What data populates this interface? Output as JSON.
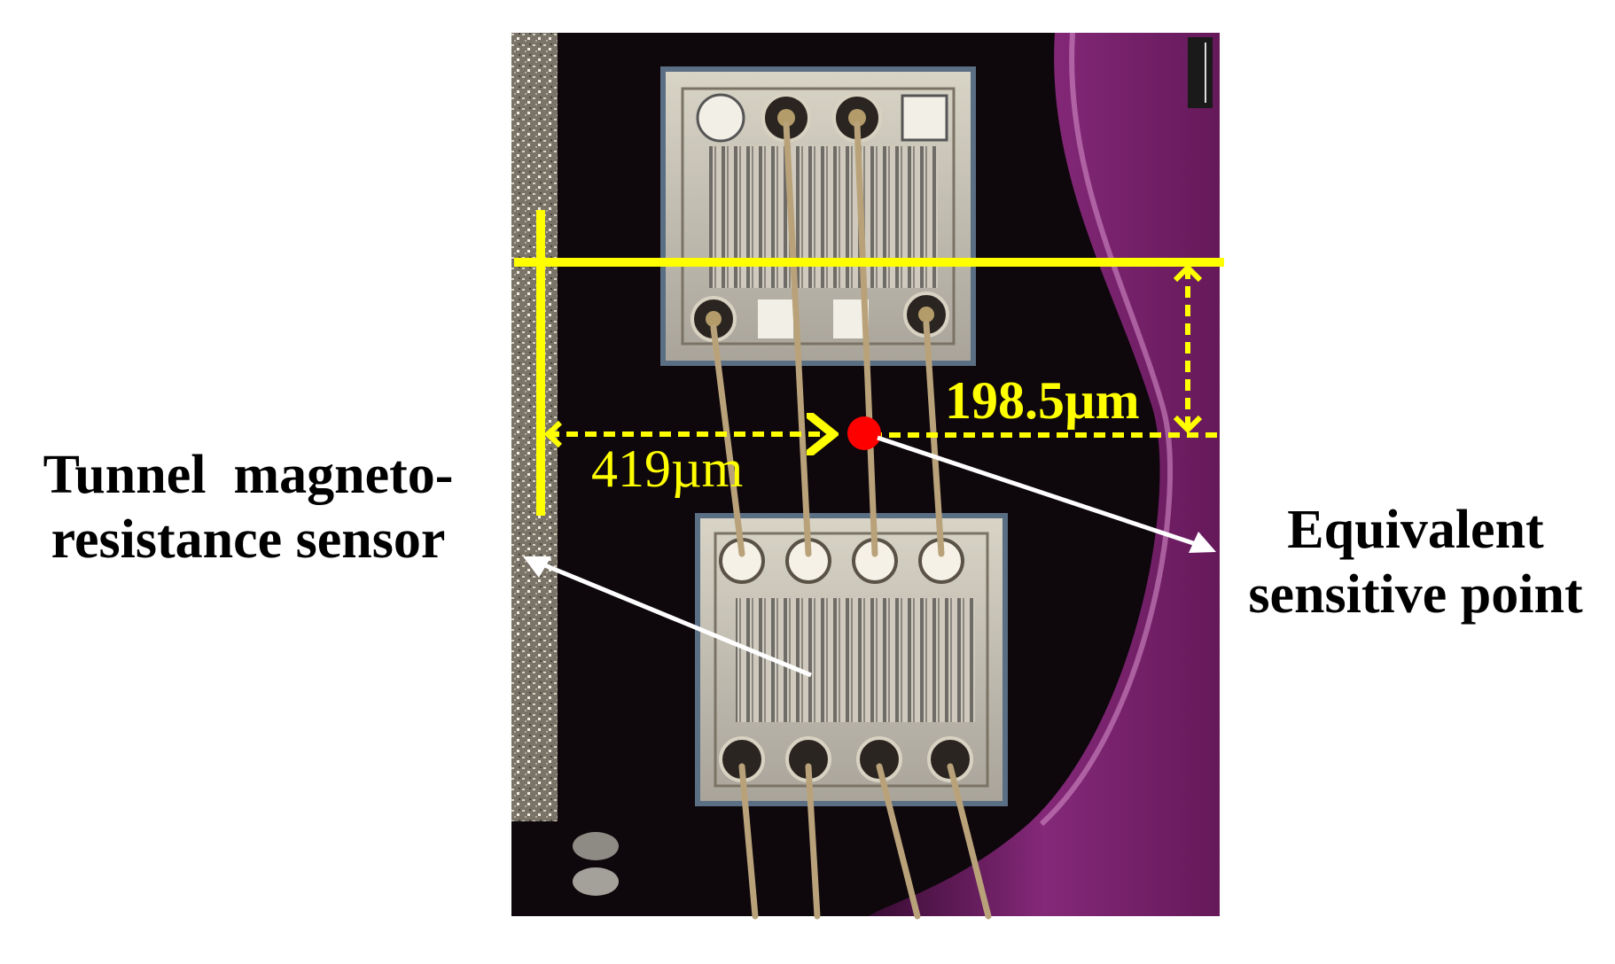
{
  "annotations": {
    "left_label": [
      "Tunnel  magneto-",
      "resistance sensor"
    ],
    "right_label": [
      "Equivalent",
      "sensitive point"
    ],
    "dimension_x": "419µm",
    "dimension_y": "198.5µm"
  },
  "colors": {
    "dimension_lines": "#ffff00",
    "sensitive_point": "#ff0000",
    "arrows": "#ffffff",
    "background_photo": "#140a12",
    "substrate_purple": "#7a1f6e",
    "chip_die": "#c9c4b8"
  }
}
